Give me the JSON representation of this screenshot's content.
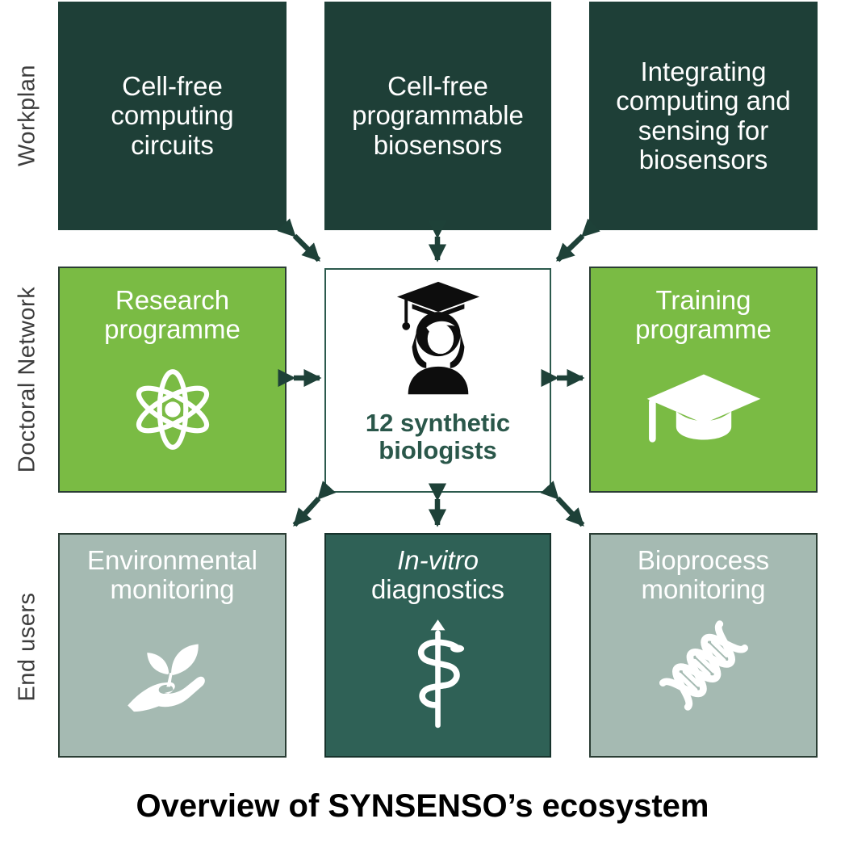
{
  "caption": "Overview of SYNSENSO’s ecosystem",
  "row_labels": {
    "workplan": "Workplan",
    "doctoral_network": "Doctoral Network",
    "end_users": "End users"
  },
  "boxes": {
    "cell_free_computing": {
      "label": "Cell-free\ncomputing\ncircuits"
    },
    "cell_free_biosensors": {
      "label": "Cell-free\nprogrammable\nbiosensors"
    },
    "integrating": {
      "label": "Integrating\ncomputing and\nsensing for\nbiosensors"
    },
    "research": {
      "label": "Research\nprogramme",
      "icon": "atom-icon"
    },
    "students": {
      "label": "12 synthetic\nbiologists",
      "icon": "graduate-icon"
    },
    "training": {
      "label": "Training\nprogramme",
      "icon": "graduation-cap-icon"
    },
    "environmental": {
      "label": "Environmental\nmonitoring",
      "icon": "hand-seedling-icon"
    },
    "invitro": {
      "label_italic": "In-vitro",
      "label_rest": "diagnostics",
      "icon": "rod-of-asclepius-icon"
    },
    "bioprocess": {
      "label": "Bioprocess\nmonitoring",
      "icon": "dna-icon"
    }
  },
  "colors": {
    "workplan_box": "#1e3f37",
    "invitro_box": "#2f6156",
    "programme_box": "#7abb44",
    "enduser_box": "#a5bab2",
    "arrow": "#1e4138",
    "center_text": "#2a574a",
    "caption_text": "#000000"
  }
}
